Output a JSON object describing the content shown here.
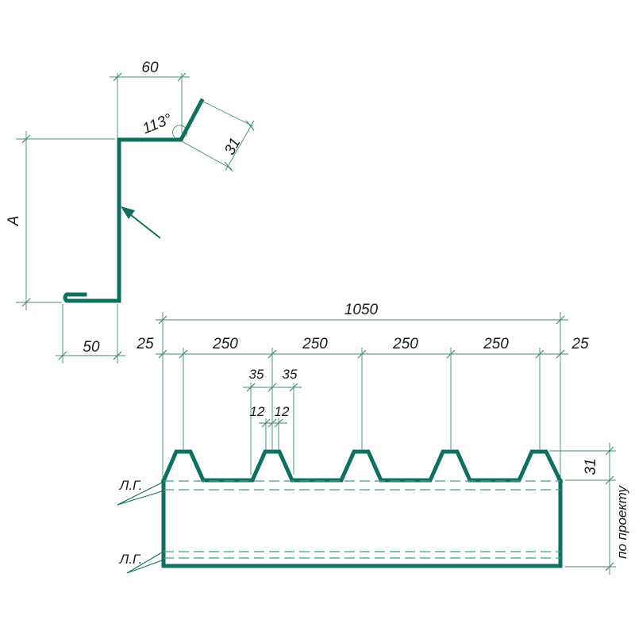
{
  "colors": {
    "profile": "#0f7060",
    "dimension": "#3f8a72",
    "text": "#1a1a1a",
    "background": "#ffffff"
  },
  "flashing": {
    "top_width": "60",
    "angle": "113°",
    "lip_length": "31",
    "height": "A",
    "bottom_width": "50"
  },
  "sheet": {
    "total_width": "1050",
    "edge_left": "25",
    "edge_right": "25",
    "pitches": [
      "250",
      "250",
      "250",
      "250"
    ],
    "trapezoid_half_left": "35",
    "trapezoid_half_right": "35",
    "crest_left": "12",
    "crest_right": "12",
    "rib_height": "31",
    "height_note": "по проекту",
    "marker_top": "Л.Г.",
    "marker_bottom": "Л.Г."
  }
}
